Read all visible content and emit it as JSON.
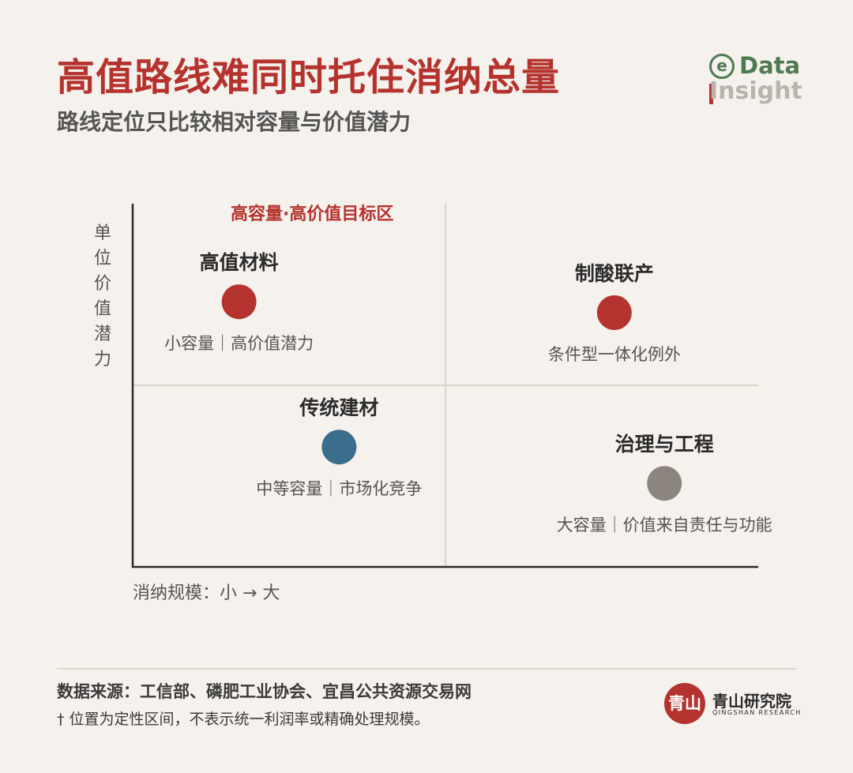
{
  "header": {
    "title": "高值路线难同时托住消纳总量",
    "subtitle": "路线定位只比较相对容量与价值潜力"
  },
  "brand": {
    "icon": "e-circle-icon",
    "line1": "Data",
    "line2": "Insight",
    "color_green": "#4e7a52",
    "color_gray": "#b8b3ad",
    "color_red": "#b5332e"
  },
  "chart_data": {
    "type": "scatter",
    "ylabel": "单位价值潜力",
    "xlabel": "消纳规模：小 → 大",
    "target_zone_label": "高容量·高价值目标区",
    "axes_note": "qualitative positioning, relative 0-10 scale",
    "xlim": [
      0,
      10
    ],
    "ylim": [
      0,
      10
    ],
    "divider_x": 5,
    "divider_y": 5,
    "points": [
      {
        "name": "高值材料",
        "note": "小容量｜高价值潜力",
        "x": 1.7,
        "y": 7.3,
        "color": "#b5332e"
      },
      {
        "name": "制酸联产",
        "note": "条件型一体化例外",
        "x": 7.7,
        "y": 7.0,
        "color": "#b5332e"
      },
      {
        "name": "传统建材",
        "note": "中等容量｜市场化竞争",
        "x": 3.3,
        "y": 3.3,
        "color": "#3b6d8c"
      },
      {
        "name": "治理与工程",
        "note": "大容量｜价值来自责任与功能",
        "x": 8.5,
        "y": 2.3,
        "color": "#8c857d"
      }
    ]
  },
  "footer": {
    "source": "数据来源：工信部、磷肥工业协会、宜昌公共资源交易网",
    "note": "† 位置为定性区间，不表示统一利润率或精确处理规模。",
    "logo_char": "青山",
    "logo_name": "青山研究院",
    "logo_en": "QINGSHAN RESEARCH"
  }
}
